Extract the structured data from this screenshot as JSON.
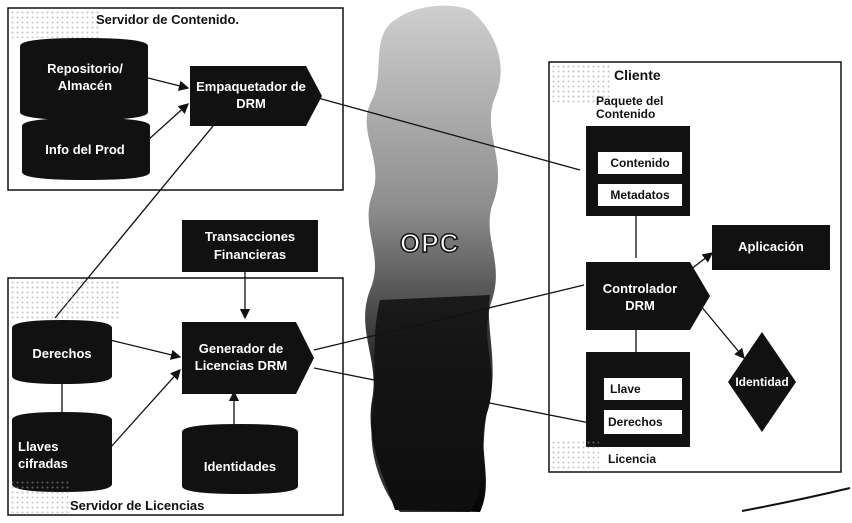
{
  "content_server": {
    "title": "Servidor de Contenido.",
    "repository": "Repositorio/ Almacén",
    "product_info": "Info del Prod",
    "packager": "Empaquetador de DRM"
  },
  "license_server": {
    "title": "Servidor de Licencias",
    "rights": "Derechos",
    "encrypted_keys": "Llaves cifradas",
    "identities": "Identidades",
    "generator": "Generador de Licencias DRM"
  },
  "financial": "Transacciones Financieras",
  "network": "OPC",
  "client": {
    "title": "Cliente",
    "package_title": "Paquete del Contenido",
    "content": "Contenido",
    "metadata": "Metadatos",
    "controller": "Controlador DRM",
    "application": "Aplicación",
    "identity": "Identidad",
    "license_title": "Licencia",
    "key": "Llave",
    "rights": "Derechos"
  }
}
